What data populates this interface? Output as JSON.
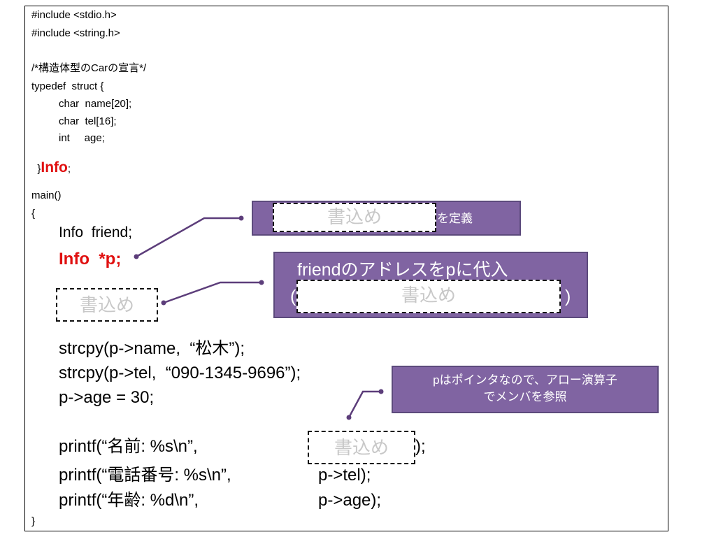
{
  "code": {
    "include1": "#include <stdio.h>",
    "include2": "#include <string.h>",
    "comment": "/*構造体型のCarの宣言*/",
    "typedef": "typedef  struct {",
    "field1": "char  name[20];",
    "field2": "char  tel[16];",
    "field3": "int     age;",
    "close_brace": "}",
    "struct_name": "Info",
    "semicolon": ";",
    "main": "main()",
    "open_brace": "{",
    "decl_friend": "Info  friend;",
    "decl_ptr": "Info  *p;",
    "strcpy1": "strcpy(p->name,  “松木”);",
    "strcpy2": "strcpy(p->tel,  “090-1345-9696”);",
    "assign_age": "p->age = 30;",
    "printf1": "printf(“名前: %s\\n”,",
    "printf1_end": ");",
    "printf2": "printf(“電話番号: %s\\n”,",
    "printf2_arg": "p->tel);",
    "printf3": "printf(“年齢: %d\\n”,",
    "printf3_arg": "p->age);",
    "end_brace": "}"
  },
  "blanks": {
    "label": "書込め"
  },
  "callouts": {
    "define_suffix": "を定義",
    "assign_title": "friendのアドレスをpに代入",
    "paren_open": "(",
    "paren_close": ")",
    "arrow_note_line1": "pはポインタなので、アロー演算子",
    "arrow_note_line2": "でメンバを参照"
  },
  "colors": {
    "callout_fill": "#8064a2",
    "highlight_red": "#e01010"
  }
}
